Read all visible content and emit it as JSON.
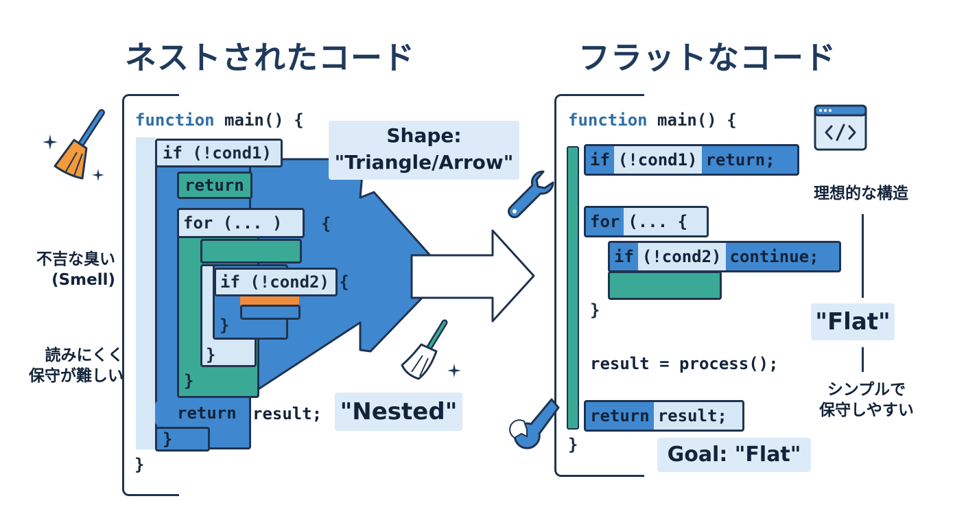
{
  "titles": {
    "left": "ネストされたコード",
    "right": "フラットなコード"
  },
  "left_code": {
    "function_kw": "function",
    "function_rest": "main() {",
    "if1": "if (!cond1)",
    "return1": "return",
    "for_open": "for (... )",
    "for_brace": "{",
    "if2": "if (!cond2) {",
    "close1": "}",
    "close2": "}",
    "close3": "}",
    "return_kw": "return",
    "return_rest": "result;",
    "close4": "}",
    "close5": "}"
  },
  "right_code": {
    "function_kw": "function",
    "function_rest": "main() {",
    "if1_kw": "if",
    "if1_cond": "(!cond1)",
    "if1_tail": "return;",
    "for_kw": "for",
    "for_rest": "(... {",
    "if2_kw": "if",
    "if2_cond": "(!cond2)",
    "if2_tail": "continue;",
    "close1": "}",
    "result_line": "result = process();",
    "return_kw": "return",
    "return_rest": "result;",
    "close2": "}"
  },
  "labels": {
    "shape_line1": "Shape:",
    "shape_line2": "\"Triangle/Arrow\"",
    "nested": "\"Nested\"",
    "flat": "\"Flat\"",
    "goal": "Goal: \"Flat\""
  },
  "side_notes": {
    "smell_line1": "不吉な臭い",
    "smell_line2": "(Smell)",
    "hard_line1": "読みにくく",
    "hard_line2": "保守が難しい",
    "ideal": "理想的な構造",
    "simple_line1": "シンプルで",
    "simple_line2": "保守しやすい"
  },
  "colors": {
    "blue": "#3f88cf",
    "teal": "#3aaa96",
    "light": "#d6e7f5",
    "dark": "#1f3350",
    "orange": "#f08a3c"
  },
  "icons": [
    "broom-icon",
    "sparkle-icon",
    "wrench-icon",
    "code-window-icon",
    "arrow-icon"
  ]
}
